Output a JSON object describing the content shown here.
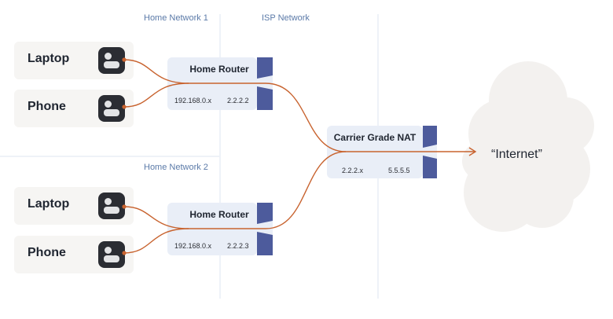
{
  "network_labels": {
    "home_network_1": "Home Network 1",
    "isp_network": "ISP Network",
    "home_network_2": "Home Network 2"
  },
  "devices": [
    {
      "label": "Laptop",
      "icon": "person-icon"
    },
    {
      "label": "Phone",
      "icon": "person-icon"
    },
    {
      "label": "Laptop",
      "icon": "person-icon"
    },
    {
      "label": "Phone",
      "icon": "person-icon"
    }
  ],
  "routers": [
    {
      "title": "Home Router",
      "inner_ip": "192.168.0.x",
      "outer_ip": "2.2.2.2"
    },
    {
      "title": "Home Router",
      "inner_ip": "192.168.0.x",
      "outer_ip": "2.2.2.3"
    }
  ],
  "cgnat": {
    "title": "Carrier Grade NAT",
    "inner_ip": "2.2.2.x",
    "outer_ip": "5.5.5.5"
  },
  "internet": {
    "label": "“Internet”"
  },
  "colors": {
    "connection": "#c8632f",
    "port": "#4d5b9c",
    "router_bg": "#e9eef7",
    "cloud": "#f3f1ef",
    "network_label": "#5b7aa8"
  }
}
